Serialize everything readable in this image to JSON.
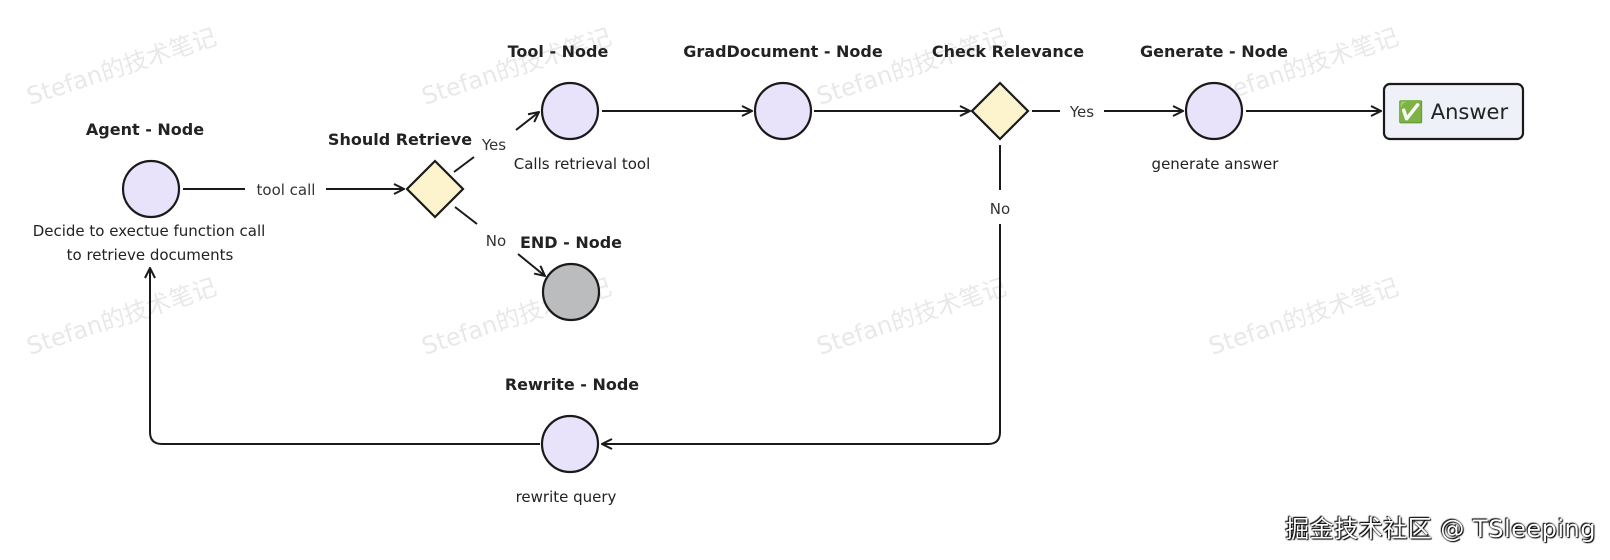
{
  "nodes": {
    "agent": {
      "title": "Agent - Node",
      "note_line1": "Decide to exectue function call",
      "note_line2": "to retrieve documents"
    },
    "should_retrieve": {
      "title": "Should Retrieve"
    },
    "tool": {
      "title": "Tool - Node",
      "note": "Calls retrieval tool"
    },
    "end": {
      "title": "END - Node"
    },
    "grad_document": {
      "title": "GradDocument - Node"
    },
    "check_relevance": {
      "title": "Check Relevance"
    },
    "generate": {
      "title": "Generate - Node",
      "note": "generate answer"
    },
    "answer": {
      "label": "✅ Answer"
    },
    "rewrite": {
      "title": "Rewrite - Node",
      "note": "rewrite  query"
    }
  },
  "edges": {
    "tool_call": "tool call",
    "retrieve_yes": "Yes",
    "retrieve_no": "No",
    "relevance_yes": "Yes",
    "relevance_no": "No"
  },
  "watermark": "Stefan的技术笔记",
  "footer": "掘金技术社区 @ TSleeping",
  "colors": {
    "node_fill": "#e8e2fb",
    "decision_fill": "#fdf3cc",
    "end_fill": "#bbbcbe",
    "answer_fill": "#eef1f8",
    "stroke": "#1a1a1a"
  }
}
